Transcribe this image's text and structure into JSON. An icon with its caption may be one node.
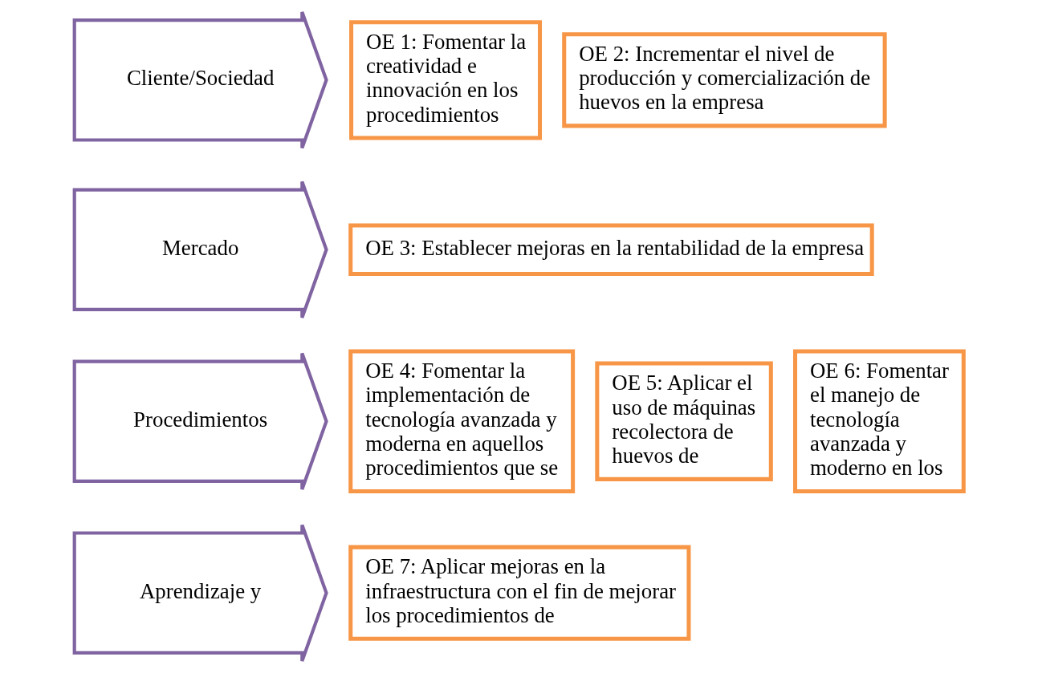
{
  "diagram": {
    "nodes": [
      {
        "text": [
          "Cliente/Sociedad"
        ]
      },
      {
        "text": [
          "OE 1: Fomentar la creatividad e innovación en los procedimientos"
        ]
      },
      {
        "text": [
          "OE 2: Incrementar el nivel de producción y comercialización de huevos en la empresa"
        ]
      },
      {
        "text": [
          "Mercado"
        ]
      },
      {
        "text": [
          "OE 3: Establecer mejoras en la rentabilidad de la empresa"
        ]
      },
      {
        "text": [
          "Procedimientos"
        ]
      },
      {
        "text": [
          "OE 4: Fomentar la implementación de tecnología avanzada y moderna en aquellos procedimientos que se"
        ]
      },
      {
        "text": [
          "OE 5: Aplicar el uso de máquinas recolectora de huevos de"
        ]
      },
      {
        "text": [
          "OE 6: Fomentar el manejo de tecnología avanzada y moderno en los"
        ]
      },
      {
        "text": [
          "Aprendizaje y"
        ]
      },
      {
        "text": [
          "OE 7: Aplicar mejoras en la infraestructura con el fin de mejorar los procedimientos de"
        ]
      }
    ],
    "edges": []
  }
}
